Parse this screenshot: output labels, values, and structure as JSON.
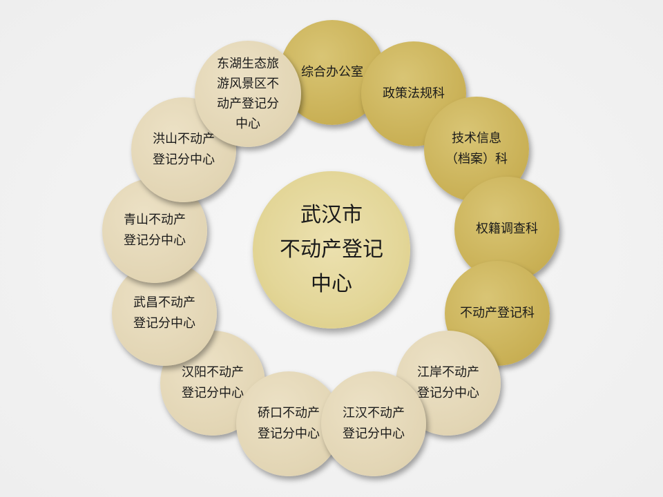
{
  "center": {
    "label": "武汉市\n不动产登记\n中心"
  },
  "nodes": [
    {
      "label": "综合办公室",
      "color": "#c9b055"
    },
    {
      "label": "政策法规科",
      "color": "#c9b055"
    },
    {
      "label": "技术信息\n（档案）科",
      "color": "#c9b055"
    },
    {
      "label": "权籍调查科",
      "color": "#c9b055"
    },
    {
      "label": "不动产登记科",
      "color": "#c9b055"
    },
    {
      "label": "江岸不动产\n登记分中心",
      "color": "#e2d5b4"
    },
    {
      "label": "江汉不动产\n登记分中心",
      "color": "#e2d5b4"
    },
    {
      "label": "硚口不动产\n登记分中心",
      "color": "#e2d5b4"
    },
    {
      "label": "汉阳不动产\n登记分中心",
      "color": "#e2d5b4"
    },
    {
      "label": "武昌不动产\n登记分中心",
      "color": "#e2d5b4"
    },
    {
      "label": "青山不动产\n登记分中心",
      "color": "#e2d5b4"
    },
    {
      "label": "洪山不动产\n登记分中心",
      "color": "#e2d5b4"
    },
    {
      "label": "东湖生态旅\n游风景区不\n动产登记分\n中心",
      "color": "#e2d5b4"
    }
  ]
}
